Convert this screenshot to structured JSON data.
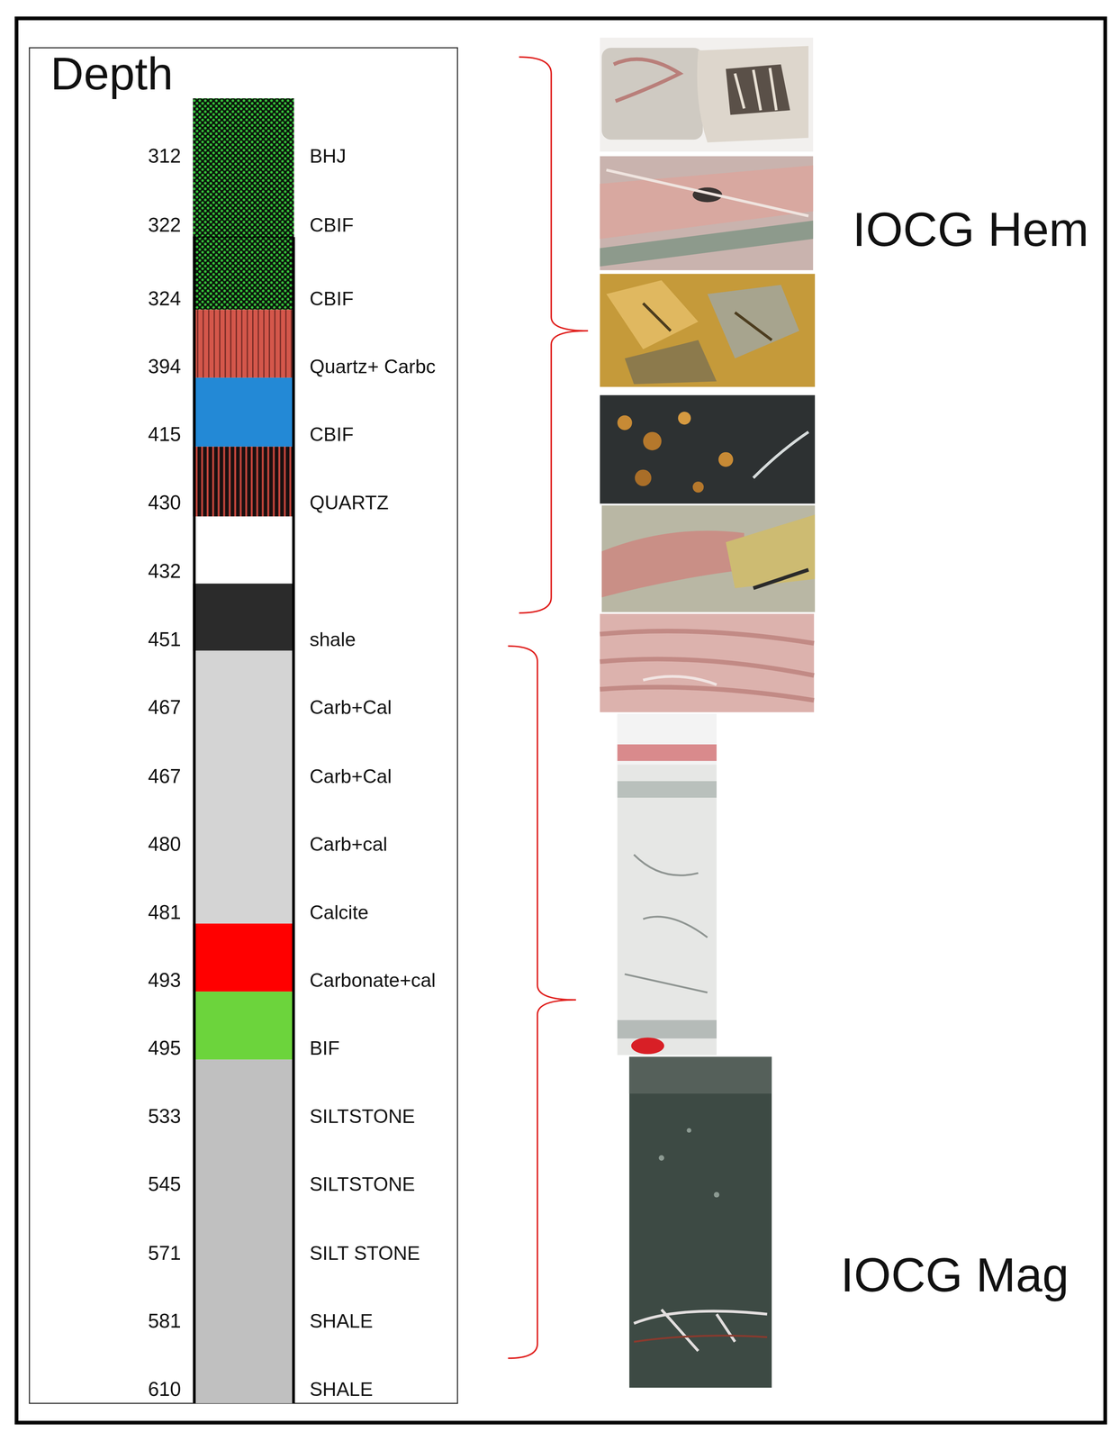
{
  "diagram": {
    "labels": [
      "Depth",
      "312",
      "BHJ",
      "322",
      "CBIF",
      "324",
      "CBIF",
      "394",
      "Quartz+ Carbc",
      "415",
      "CBIF",
      "430",
      "QUARTZ",
      "432",
      "451",
      "shale",
      "467",
      "Carb+Cal",
      "467",
      "Carb+Cal",
      "480",
      "Carb+cal",
      "481",
      "Calcite",
      "493",
      "Carbonate+cal",
      "495",
      "BIF",
      "533",
      "SILTSTONE",
      "545",
      "SILTSTONE",
      "571",
      "SILT STONE",
      "581",
      "SHALE",
      "610",
      "SHALE",
      "IOCG Hem",
      "IOCG Mag"
    ]
  }
}
